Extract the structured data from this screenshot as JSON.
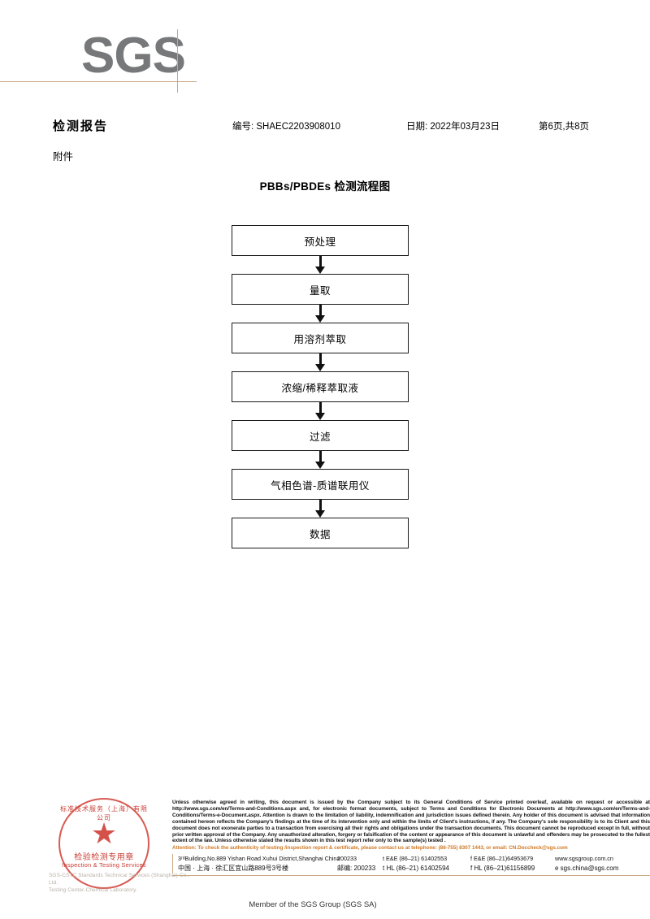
{
  "logo": {
    "text": "SGS"
  },
  "header": {
    "report_title": "检测报告",
    "report_no": "编号: SHAEC2203908010",
    "date": "日期: 2022年03月23日",
    "page_indicator": "第6页,共8页",
    "attachment_label": "附件"
  },
  "flowchart": {
    "title": "PBBs/PBDEs 检测流程图",
    "nodes": [
      {
        "label": "预处理"
      },
      {
        "label": "量取"
      },
      {
        "label": "用溶剂萃取"
      },
      {
        "label": "浓缩/稀释萃取液"
      },
      {
        "label": "过滤"
      },
      {
        "label": "气相色谱-质谱联用仪"
      },
      {
        "label": "数据"
      }
    ]
  },
  "seal": {
    "arc_top": "标准技术服务（上海）有限公司",
    "cn_text": "检验检测专用章",
    "en_text": "Inspection & Testing Services",
    "star": "★",
    "color": "#c93c33"
  },
  "watermark": {
    "line1": "SGS-CSTC Standards Technical Services (Shanghai) Co., Ltd.",
    "line2": "Testing Center-Chemical Laboratory."
  },
  "footer": {
    "legal": "Unless otherwise agreed in writing, this document is issued by the Company subject to its General Conditions of Service printed overleaf, available on request or accessible at http://www.sgs.com/en/Terms-and-Conditions.aspx and, for electronic format documents, subject to Terms and Conditions for Electronic Documents at http://www.sgs.com/en/Terms-and-Conditions/Terms-e-Document.aspx. Attention is drawn to the limitation of liability, indemnification and jurisdiction issues defined therein. Any holder of this document is advised that information contained hereon reflects the Company's findings at the time of its intervention only and within the limits of Client's instructions, if any. The Company's sole responsibility is to its Client and this document does not exonerate parties to a transaction from exercising all their rights and obligations under the transaction documents. This document cannot be reproduced except in full, without prior written approval of the Company. Any unauthorized alteration, forgery or falsification of the content or appearance of this document is unlawful and offenders may be prosecuted to the fullest extent of the law. Unless otherwise stated the results shown in this test report refer only to the sample(s) tested .",
    "attention": "Attention: To check the authenticity of testing /inspection report & certificate, please contact us at telephone: (86-755) 8307 1443, or email: CN.Doccheck@sgs.com",
    "attention_color": "#d07a26",
    "address": {
      "en_street": "3ʳᵈBuilding,No.889 Yishan Road Xuhui District,Shanghai China",
      "en_zip": "200233",
      "en_tel1": "t E&E (86–21) 61402553",
      "en_tel2": "f E&E (86–21)64953679",
      "en_web": "www.sgsgroup.com.cn",
      "cn_street": "中国 · 上海 · 徐汇区宜山路889号3号楼",
      "cn_zip": "邮编: 200233",
      "cn_tel1": "t HL (86–21) 61402594",
      "cn_tel2": "f HL (86–21)61156899",
      "cn_email": "e  sgs.china@sgs.com"
    },
    "member_line": "Member of the SGS Group (SGS SA)"
  }
}
